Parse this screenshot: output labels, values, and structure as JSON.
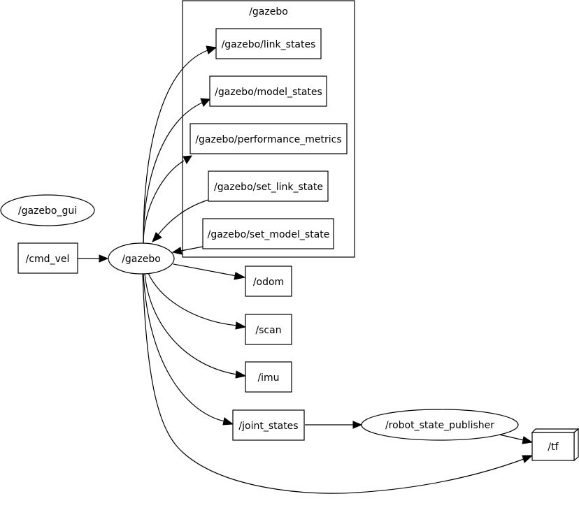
{
  "graph": {
    "cluster_label": "/gazebo",
    "nodes": {
      "gazebo_gui": "/gazebo_gui",
      "cmd_vel": "/cmd_vel",
      "gazebo": "/gazebo",
      "link_states": "/gazebo/link_states",
      "model_states": "/gazebo/model_states",
      "performance_metrics": "/gazebo/performance_metrics",
      "set_link_state": "/gazebo/set_link_state",
      "set_model_state": "/gazebo/set_model_state",
      "odom": "/odom",
      "scan": "/scan",
      "imu": "/imu",
      "joint_states": "/joint_states",
      "robot_state_publisher": "/robot_state_publisher",
      "tf": "/tf"
    }
  }
}
